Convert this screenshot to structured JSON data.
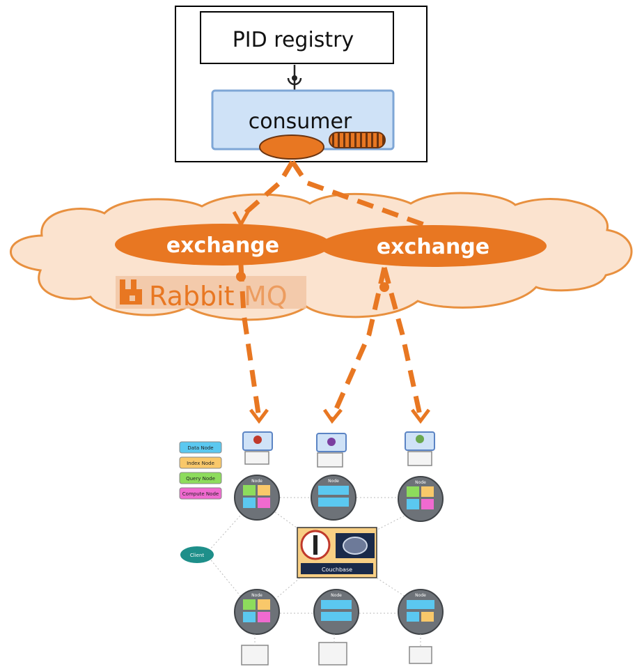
{
  "registry": {
    "label": "PID registry"
  },
  "consumer": {
    "label": "consumer"
  },
  "exchanges": [
    {
      "label": "exchange"
    },
    {
      "label": "exchange"
    }
  ],
  "broker": {
    "brand_part1": "Rabbit",
    "brand_part2": "MQ"
  },
  "cluster": {
    "legend": [
      "Data Node",
      "Index Node",
      "Query Node",
      "Compute Node"
    ],
    "client_label": "Client",
    "node_title": "Node",
    "couchbase_label": "Couchbase"
  },
  "colors": {
    "accent": "#e87722",
    "cloud_fill": "#fbe3cf",
    "cloud_stroke": "#e8903f",
    "consumer_fill": "#cfe2f7",
    "consumer_stroke": "#7ea6d6",
    "node_gray": "#6d7278",
    "client_teal": "#1e8f8a"
  }
}
